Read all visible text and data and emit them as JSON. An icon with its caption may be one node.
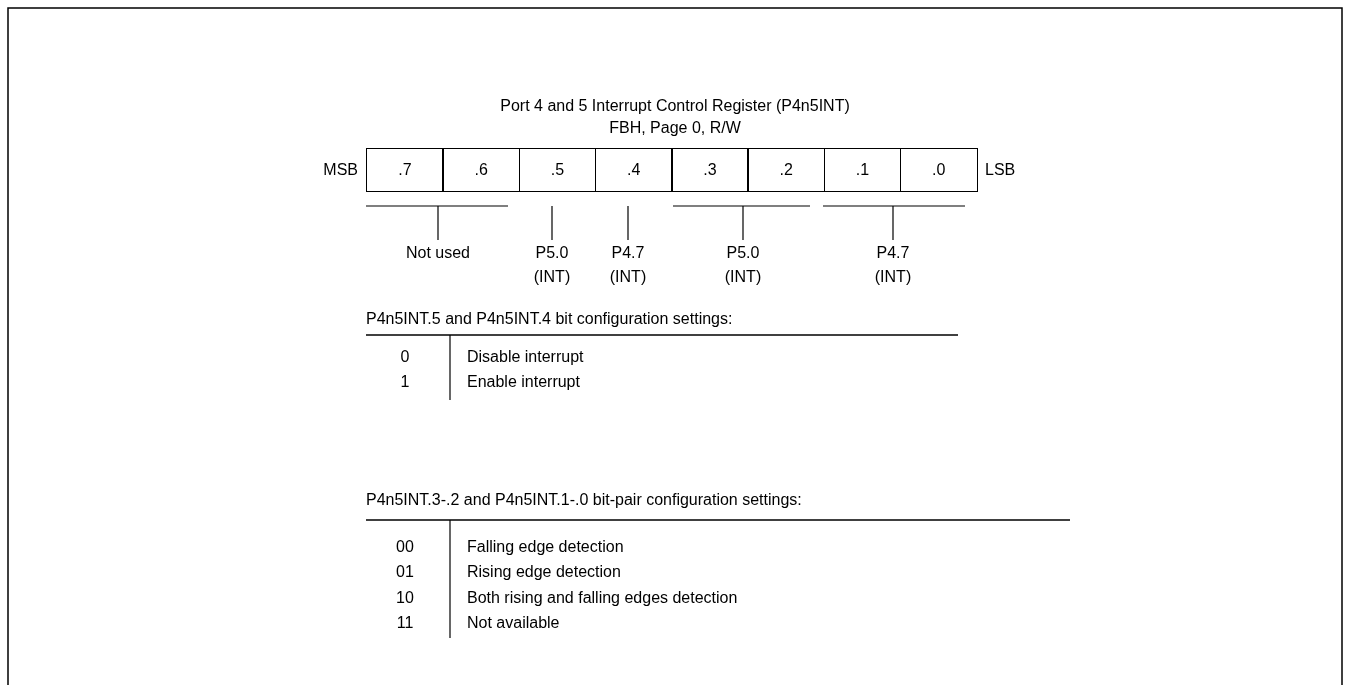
{
  "diagram": {
    "title": "Port 4 and 5 Interrupt Control Register (P4n5INT)",
    "nodes": [
      {
        "text": [
          ".7"
        ]
      },
      {
        "text": [
          ".6"
        ]
      },
      {
        "text": [
          ".5"
        ]
      },
      {
        "text": [
          ".4"
        ]
      },
      {
        "text": [
          ".3"
        ]
      },
      {
        "text": [
          ".2"
        ]
      },
      {
        "text": [
          ".1"
        ]
      },
      {
        "text": [
          ".0"
        ]
      }
    ],
    "edges": [],
    "labels": [
      "FBH, Page 0, R/W",
      "MSB",
      "LSB",
      "Not used",
      "P5.0 (INT)",
      "P4.7 (INT)",
      "P5.0 (INT)",
      "P4.7 (INT)",
      "P4n5INT.5 and P4n5INT.4 bit configuration settings:",
      "0",
      "Disable interrupt",
      "1",
      "Enable interrupt",
      "P4n5INT.3-.2 and P4n5INT.1-.0 bit-pair configuration settings:",
      "00",
      "Falling edge detection",
      "01",
      "Rising edge detection",
      "10",
      "Both rising and falling edges detection",
      "11",
      "Not available"
    ]
  }
}
